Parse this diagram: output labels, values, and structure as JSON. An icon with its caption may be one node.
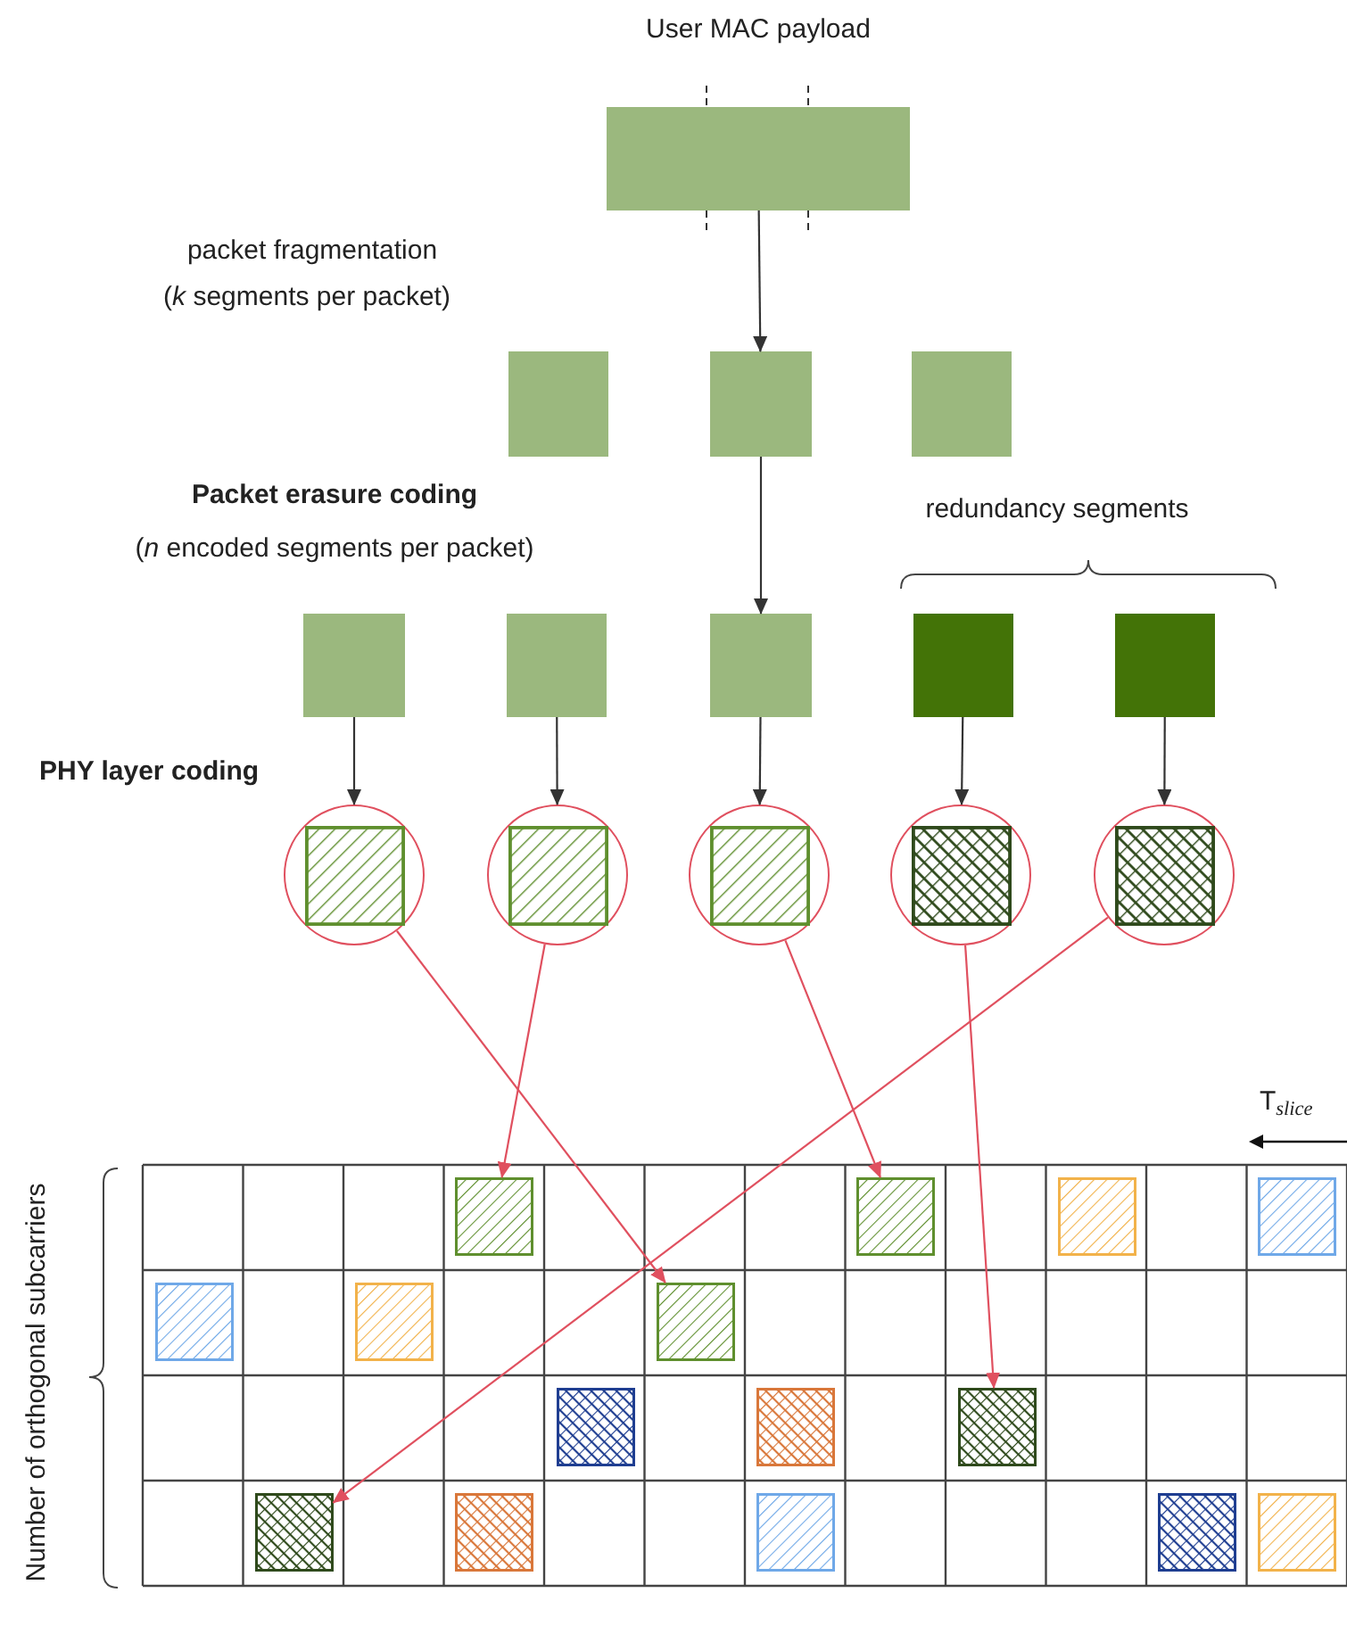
{
  "diagram": {
    "nodes": [
      {
        "text": [
          "User MAC payload"
        ]
      },
      {
        "text": [],
        "shape": "box"
      },
      {
        "text": [],
        "shape": "box"
      },
      {
        "text": [],
        "shape": "box"
      },
      {
        "text": [],
        "shape": "box"
      },
      {
        "text": [],
        "shape": "box"
      },
      {
        "text": [],
        "shape": "box"
      },
      {
        "text": [],
        "shape": "box"
      },
      {
        "text": [],
        "shape": "box"
      },
      {
        "text": [],
        "shape": "circle"
      },
      {
        "text": [],
        "shape": "circle"
      },
      {
        "text": [],
        "shape": "circle"
      },
      {
        "text": [],
        "shape": "circle"
      },
      {
        "text": [],
        "shape": "circle"
      },
      {
        "text": [],
        "shape": "box"
      },
      {
        "text": [],
        "shape": "box"
      },
      {
        "text": [],
        "shape": "box"
      },
      {
        "text": [],
        "shape": "box"
      },
      {
        "text": [],
        "shape": "box"
      }
    ],
    "edges": [
      {
        "from": 0,
        "to": 2,
        "arrow": "to"
      },
      {
        "from": 2,
        "to": 6,
        "arrow": "to"
      },
      {
        "from": 4,
        "to": 9,
        "arrow": "to"
      },
      {
        "from": 5,
        "to": 10,
        "arrow": "to"
      },
      {
        "from": 6,
        "to": 11,
        "arrow": "to"
      },
      {
        "from": 7,
        "to": 12,
        "arrow": "to"
      },
      {
        "from": 8,
        "to": 13,
        "arrow": "to"
      },
      {
        "from": 9,
        "to": 16,
        "arrow": "to",
        "color": "#e0505f"
      },
      {
        "from": 10,
        "to": 14,
        "arrow": "to",
        "color": "#e0505f"
      },
      {
        "from": 11,
        "to": 15,
        "arrow": "to",
        "color": "#e0505f"
      },
      {
        "from": 12,
        "to": 17,
        "arrow": "to",
        "color": "#e0505f"
      },
      {
        "from": 13,
        "to": 18,
        "arrow": "to",
        "color": "#e0505f"
      }
    ],
    "labels": [
      "packet fragmentation",
      "(*k* segments per packet)",
      "Packet erasure coding",
      "(*n* encoded segments per packet)",
      "redundancy segments",
      "PHY layer coding",
      "Number of orthogonal subcarriers",
      "T$_{slice}$"
    ]
  }
}
